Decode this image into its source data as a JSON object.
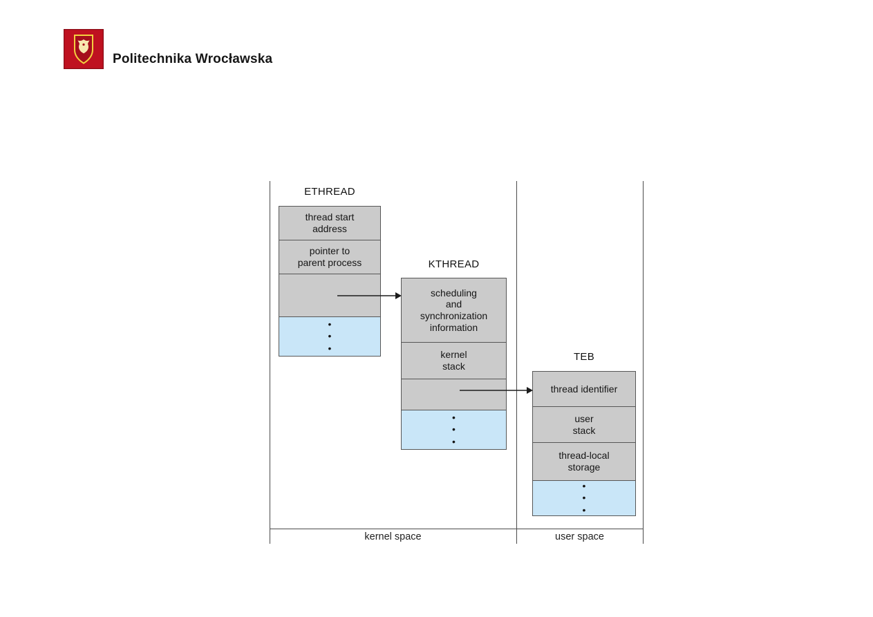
{
  "header": {
    "org_name": "Politechnika Wrocławska",
    "logo_icon": "politechnika-wroclawska-crest"
  },
  "diagram": {
    "ethread": {
      "title": "ETHREAD",
      "rows": [
        {
          "label": "thread start\naddress"
        },
        {
          "label": "pointer to\nparent process"
        },
        {
          "label": ""
        },
        {
          "label": "•\n•\n•"
        }
      ]
    },
    "kthread": {
      "title": "KTHREAD",
      "rows": [
        {
          "label": "scheduling\nand\nsynchronization\ninformation"
        },
        {
          "label": "kernel\nstack"
        },
        {
          "label": ""
        },
        {
          "label": "•\n•\n•"
        }
      ]
    },
    "teb": {
      "title": "TEB",
      "rows": [
        {
          "label": "thread identifier"
        },
        {
          "label": "user\nstack"
        },
        {
          "label": "thread-local\nstorage"
        },
        {
          "label": "•\n•\n•"
        }
      ]
    },
    "footer": {
      "kernel_space_label": "kernel space",
      "user_space_label": "user space"
    }
  },
  "colors": {
    "struct-gray": "#cbcbcb",
    "struct-blue": "#c9e6f8",
    "line": "#4a4a4a",
    "logo-red": "#bf1120",
    "logo-gold": "#f4d03f"
  }
}
